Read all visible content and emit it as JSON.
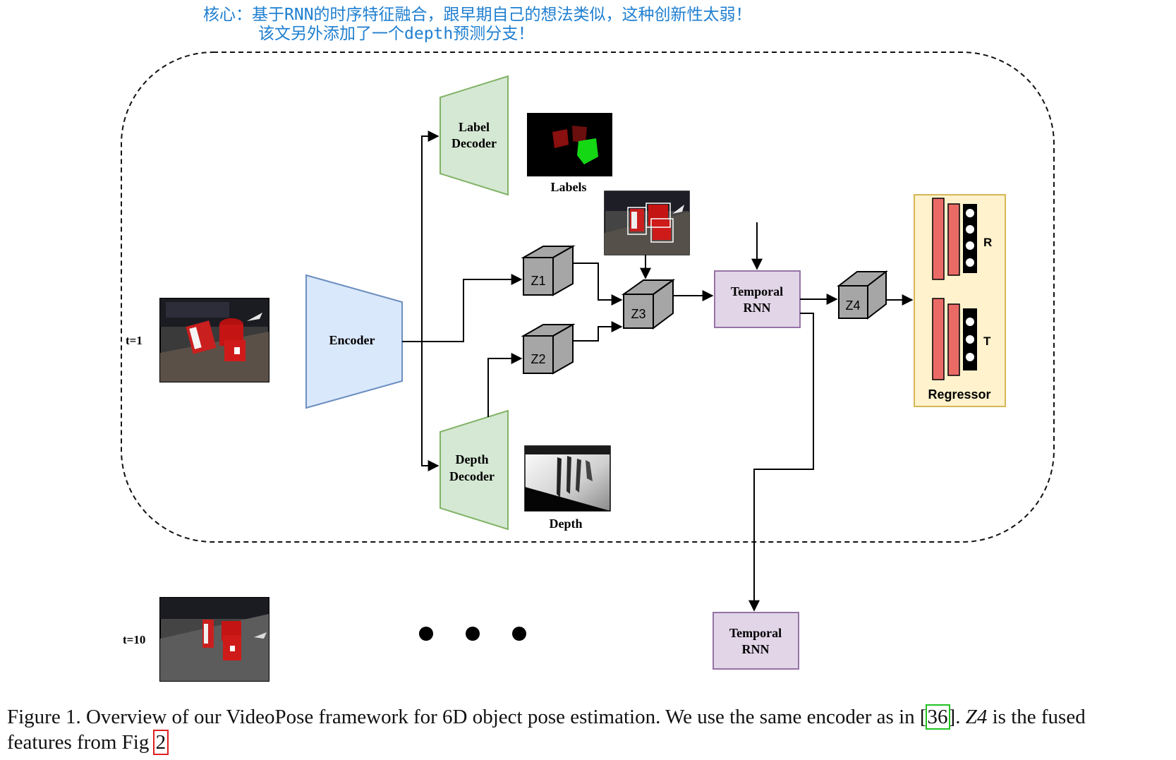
{
  "notes": {
    "line1": "核心：基于RNN的时序特征融合，跟早期自己的想法类似，这种创新性太弱！",
    "line2": "该文另外添加了一个depth预测分支！"
  },
  "diagram": {
    "frames": {
      "first": "t=1",
      "last": "t=10"
    },
    "encoder": "Encoder",
    "label_decoder": [
      "Label",
      "Decoder"
    ],
    "depth_decoder": [
      "Depth",
      "Decoder"
    ],
    "labels_caption": "Labels",
    "depth_caption": "Depth",
    "cubes": [
      "Z1",
      "Z2",
      "Z3",
      "Z4"
    ],
    "temporal_rnn": [
      "Temporal",
      "RNN"
    ],
    "regressor": {
      "title": "Regressor",
      "r": "R",
      "t": "T"
    },
    "ellipsis_dots": 3
  },
  "caption": {
    "prefix": "Figure 1.  Overview of our VideoPose framework for 6D object pose estimation.  We use the same encoder as in ",
    "cite1_open": "[",
    "cite1": "36",
    "cite1_close": "].",
    "math": "Z4",
    "suffix1": " is the fused",
    "line2": "features from Fig ",
    "cite2": "2"
  },
  "colors": {
    "note": "#1f7fd0",
    "encoder_fill": "#dae8fc",
    "encoder_stroke": "#6c8ebf",
    "decoder_fill": "#d5e8d4",
    "decoder_stroke": "#82b366",
    "rnn_fill": "#e1d5e7",
    "rnn_stroke": "#9673a6",
    "regressor_fill": "#fff2cc",
    "regressor_stroke": "#d6b656",
    "bar_fill": "#ea6b66",
    "cube_fill": "#a6a6a6"
  }
}
